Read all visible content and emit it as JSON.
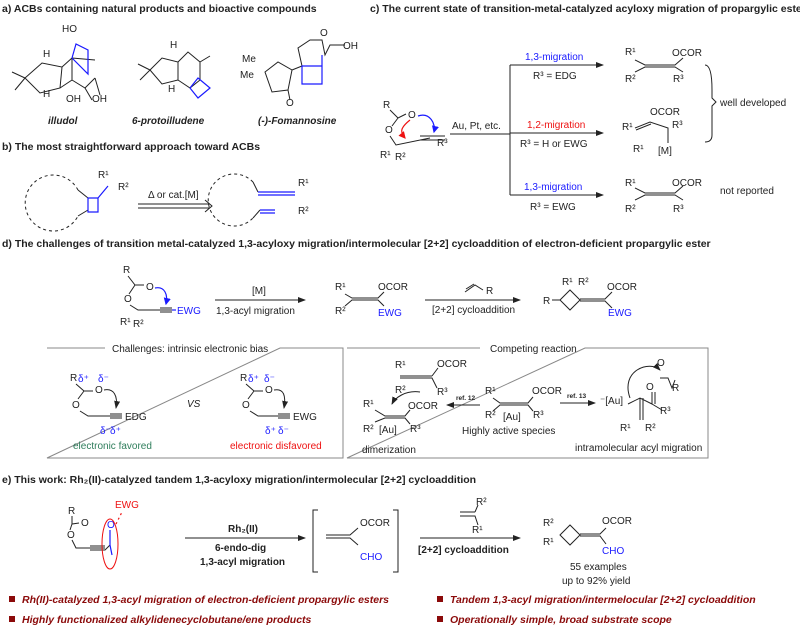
{
  "section_a": {
    "title": "a) ACBs containing natural products and bioactive compounds",
    "compounds": [
      "illudol",
      "6-protoilludene",
      "(-)-Fomannosine"
    ],
    "atoms": {
      "ho": "HO",
      "oh": "OH",
      "h": "H",
      "me": "Me",
      "o": "O"
    }
  },
  "section_b": {
    "title": "b) The most straightforward approach toward ACBs",
    "condition": "Δ or cat.[M]",
    "r1": "R¹",
    "r2": "R²"
  },
  "section_c": {
    "title": "c) The current state of transition-metal-catalyzed acyloxy migration of propargylic ester",
    "catalyst": "Au, Pt, etc.",
    "paths": [
      {
        "label": "1,3-migration",
        "condition": "R³ = EDG",
        "color": "#1a1aff"
      },
      {
        "label": "1,2-migration",
        "condition": "R³ = H or EWG",
        "color": "#ee1111"
      },
      {
        "label": "1,3-migration",
        "condition": "R³ =  EWG",
        "color": "#1a1aff"
      }
    ],
    "well_developed": "well developed",
    "not_reported": "not reported",
    "atoms": {
      "r": "R",
      "o": "O",
      "r1": "R¹",
      "r2": "R²",
      "r3": "R³",
      "ocor": "OCOR",
      "m": "[M]"
    }
  },
  "section_d": {
    "title": "d) The challenges of transition metal-catalyzed 1,3-acyloxy migration/intermolecular [2+2] cycloaddition of electron-deficient propargylic ester",
    "step1_above": "[M]",
    "step1_below": "1,3-acyl migration",
    "step2_below": "[2+2] cycloaddition",
    "ewg": "EWG",
    "edg": "EDG",
    "challenges_box": {
      "title": "Challenges: intrinsic electronic bias",
      "vs": "VS",
      "favored": "electronic favored",
      "disfavored": "electronic disfavored",
      "delta_plus": "δ⁺",
      "delta_minus": "δ⁻"
    },
    "competing_box": {
      "title": "Competing reaction",
      "ref12": "ref. 12",
      "ref13": "ref. 13",
      "active_species": "Highly  active species",
      "dimerization": "dimerization",
      "intramolecular": "intramolecular acyl migration",
      "au": "[Au]",
      "au_minus": "⁻[Au]"
    }
  },
  "section_e": {
    "title": "e) This work: Rh₂(II)-catalyzed tandem 1,3-acyloxy migration/intermolecular [2+2] cycloaddition",
    "catalyst": "Rh₂(II)",
    "mode": "6-endo-dig",
    "migration": "1,3-acyl migration",
    "cycloaddition": "[2+2]  cycloaddition",
    "cho": "CHO",
    "ewg": "EWG",
    "examples": "55 examples",
    "yield": "up to 92% yield",
    "bullets": [
      "Rh(II)-catalyzed 1,3-acyl migration of electron-deficient propargylic esters",
      "Tandem 1,3-acyl migration/intermelocular [2+2] cycloaddition",
      "Highly functionalized alkylidenecyclobutane/ene products",
      "Operationally simple, broad substrate scope"
    ],
    "bullet_color": "#8b0a0a"
  }
}
